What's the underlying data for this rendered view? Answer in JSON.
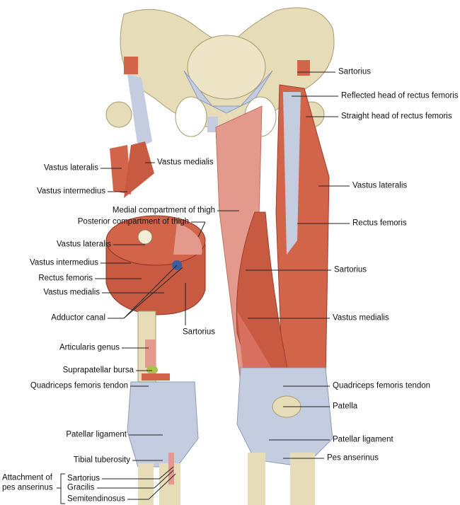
{
  "labels_right": {
    "sartorius_top": "Sartorius",
    "reflected_head": "Reflected head of rectus femoris",
    "straight_head": "Straight head of rectus femoris",
    "vastus_lateralis": "Vastus lateralis",
    "rectus_femoris": "Rectus femoris",
    "sartorius": "Sartorius",
    "vastus_medialis": "Vastus medialis",
    "quad_tendon": "Quadriceps femoris tendon",
    "patella": "Patella",
    "patellar_ligament": "Patellar ligament",
    "pes_anserinus": "Pes anserinus"
  },
  "labels_left": {
    "vastus_lateralis_top": "Vastus lateralis",
    "vastus_medialis_top": "Vastus medialis",
    "vastus_intermedius_top": "Vastus intermedius",
    "medial_compartment": "Medial compartment of thigh",
    "posterior_compartment": "Posterior compartment of thigh",
    "vastus_lateralis": "Vastus lateralis",
    "vastus_intermedius": "Vastus intermedius",
    "rectus_femoris": "Rectus femoris",
    "vastus_medialis": "Vastus medialis",
    "adductor_canal": "Adductor canal",
    "sartorius": "Sartorius",
    "articularis_genus": "Articularis genus",
    "suprapatellar_bursa": "Suprapatellar bursa",
    "quad_tendon": "Quadriceps femoris tendon",
    "patellar_ligament": "Patellar ligament",
    "tibial_tuberosity": "Tibial tuberosity",
    "attachment_line1": "Attachment of",
    "attachment_line2": "pes anserinus",
    "pes_sartorius": "Sartorius",
    "pes_gracilis": "Gracilis",
    "pes_semitendinosus": "Semitendinosus"
  },
  "colors": {
    "bone": "#e6dcb8",
    "muscle": "#d2644a",
    "muscle_light": "#e39a8c",
    "tendon": "#c4cde0",
    "bursa": "#a8c24a"
  }
}
